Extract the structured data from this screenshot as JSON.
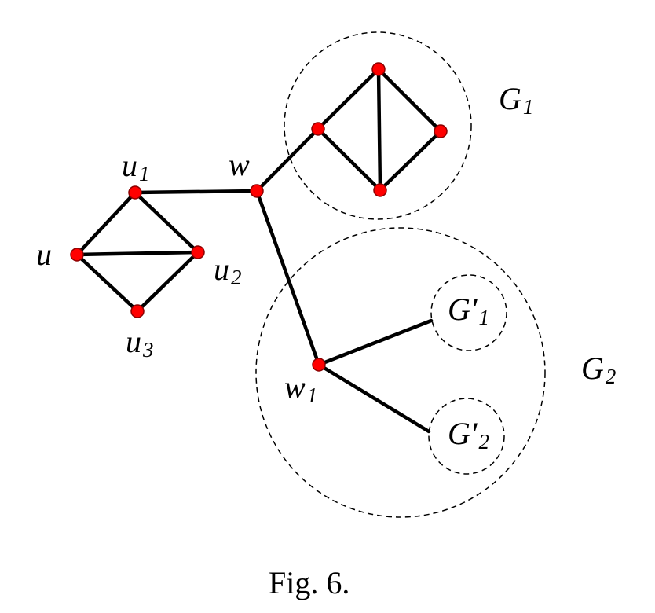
{
  "colors": {
    "node_fill": "#ff0000",
    "edge": "#000000",
    "dashed_circle": "#000000"
  },
  "labels": {
    "u": {
      "base": "u",
      "sub": ""
    },
    "u1": {
      "base": "u",
      "sub": "1"
    },
    "u2": {
      "base": "u",
      "sub": "2"
    },
    "u3": {
      "base": "u",
      "sub": "3"
    },
    "w": {
      "base": "w",
      "sub": ""
    },
    "w1": {
      "base": "w",
      "sub": "1"
    },
    "G1": {
      "base": "G",
      "sub": "1"
    },
    "G2": {
      "base": "G",
      "sub": "2"
    },
    "Gp1": {
      "base": "G'",
      "sub": "1"
    },
    "Gp2": {
      "base": "G'",
      "sub": "2"
    }
  },
  "caption": "Fig. 6."
}
